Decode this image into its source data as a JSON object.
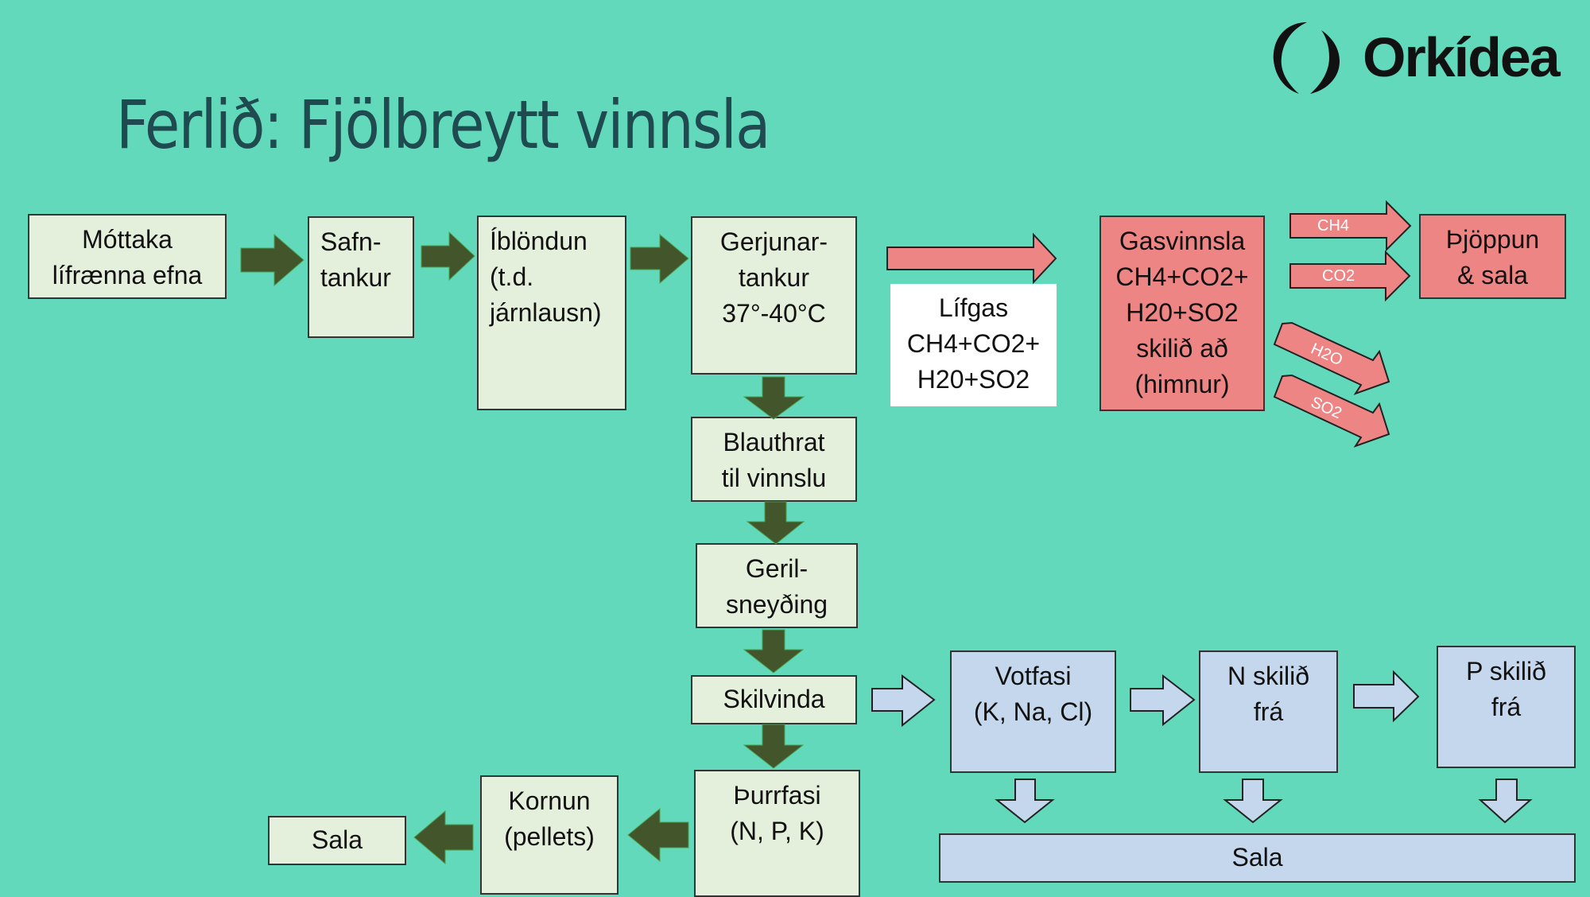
{
  "slide": {
    "title": "Ferlið: Fjölbreytt vinnsla",
    "logo_text": "Orkídea",
    "colors": {
      "background": "#63d9bb",
      "process_box": "#e4f0dc",
      "gas_box": "#ee8585",
      "liquid_box": "#c4d7ec",
      "dark_arrow": "#43562b"
    }
  },
  "boxes": {
    "mottaka": "Móttaka\nlífrænna efna",
    "safntankur": "Safn-\ntankur",
    "iblondun": "Íblöndun\n(t.d.\njárnlausn)",
    "gerjunartankur": "Gerjunar-\ntankur\n37°-40°C",
    "lifgas": "Lífgas\nCH4+CO2+\nH20+SO2",
    "gasvinnsla": "Gasvinnsla\nCH4+CO2+\nH20+SO2\nskilið að\n(himnur)",
    "thjoppun": "Þjöppun\n& sala",
    "blauthrat": "Blauthrat\ntil vinnslu",
    "gerilsneyding": "Geril-\nsneyðing",
    "skilvinda": "Skilvinda",
    "votfasi": "Votfasi\n(K, Na, Cl)",
    "n_skilid": "N skilið\nfrá",
    "p_skilid": "P skilið\nfrá",
    "sala_liquid": "Sala",
    "thurrfasi": "Þurrfasi\n(N, P, K)",
    "kornun": "Kornun\n(pellets)",
    "sala_solid": "Sala"
  },
  "arrow_labels": {
    "ch4": "CH4",
    "co2": "CO2",
    "h2o": "H2O",
    "so2": "SO2"
  }
}
